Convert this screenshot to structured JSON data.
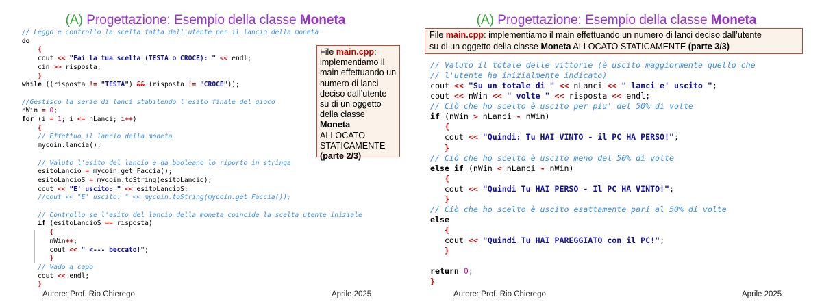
{
  "left": {
    "title": {
      "prefix": "(A)",
      "main": "Progettazione: Esempio della classe",
      "bold": "Moneta"
    },
    "note": {
      "l1a": "File ",
      "l1b": "main.cpp",
      "l1c": ":",
      "l2": "implementiamo il main effettuando un numero di lanci deciso dall’utente su di un oggetto della classe",
      "l3a": "Moneta",
      "l3b": " ALLOCATO STATICAMENTE",
      "l4": "(parte 2/3)"
    },
    "footer_author": "Autore: Prof. Rio Chierego",
    "footer_date": "Aprile 2025"
  },
  "right": {
    "title": {
      "prefix": "(A)",
      "main": "Progettazione: Esempio della classe",
      "bold": "Moneta"
    },
    "note": {
      "l1a": "File ",
      "l1b": "main.cpp",
      "l1c": ": implementiamo il main effettuando un numero di lanci deciso dall’utente",
      "l2a": "su di un oggetto della classe ",
      "l2b": "Moneta",
      "l2c": " ALLOCATO STATICAMENTE ",
      "l2d": "(parte 3/3)"
    },
    "footer_author": "Autore: Prof. Rio Chierego",
    "footer_date": "Aprile 2025"
  },
  "code_left": [
    "// Leggo e controllo la scelta fatta dall'utente per il lancio della moneta",
    "do",
    "    {",
    "    cout << \"Fai la tua scelta (TESTA o CROCE): \" << endl;",
    "    cin >> risposta;",
    "    }",
    "while ((risposta != \"TESTA\") && (risposta != \"CROCE\"));",
    "",
    "//Gestisco la serie di lanci stabilendo l'esito finale del gioco",
    "nWin = 0;",
    "for (i = 1; i <= nLanci; i++)",
    "    {",
    "    // Effettuo il lancio della moneta",
    "    mycoin.lancia();",
    "",
    "    // Valuto l'esito del lancio e da booleano lo riporto in stringa",
    "    esitoLancio = mycoin.get_Faccia();",
    "    esitoLancioS = mycoin.toString(esitoLancio);",
    "    cout << \"E' uscito: \" << esitoLancioS;",
    "    //cout << \"E' uscito: \" << mycoin.toString(mycoin.get_Faccia());",
    "",
    "    // Controllo se l'esito del lancio della moneta coincide la scelta utente iniziale",
    "    if (esitoLancioS == risposta)",
    "       {",
    "       nWin++;",
    "       cout << \" <--- beccato!\";",
    "       }",
    "    // Vado a capo",
    "    cout << endl;",
    "    }"
  ],
  "code_right": [
    "// Valuto il totale delle vittorie (è uscito maggiormente quello che",
    "// l'utente ha inizialmente indicato)",
    "cout << \"Su un totale di \" << nLanci << \" lanci e' uscito \";",
    "cout << nWin << \" volte \" << risposta << endl;",
    "// Ciò che ho scelto è uscito per piu' del 50% di volte",
    "if (nWin > nLanci - nWin)",
    "   {",
    "   cout << \"Quindi: Tu HAI VINTO - il PC HA PERSO!\";",
    "   }",
    "// Ciò che ho scelto è uscito meno del 50% di volte",
    "else if (nWin < nLanci - nWin)",
    "   {",
    "   cout << \"Quindi Tu HAI PERSO - Il PC HA VINTO!\";",
    "   }",
    "// Ciò che ho scelto è uscito esattamente pari al 50% di volte",
    "else",
    "   {",
    "   cout << \"Quindi Tu HAI PAREGGIATO con il PC!\";",
    "   }",
    "",
    "return 0;",
    "}"
  ],
  "colors": {
    "title_main": "#9933cc",
    "title_prefix": "#33aa33",
    "comment": "#3a8ee6",
    "string": "#1010a0",
    "operator": "#d01010",
    "box_border": "#b84a3a",
    "box_bg": "#fbf3e9"
  }
}
